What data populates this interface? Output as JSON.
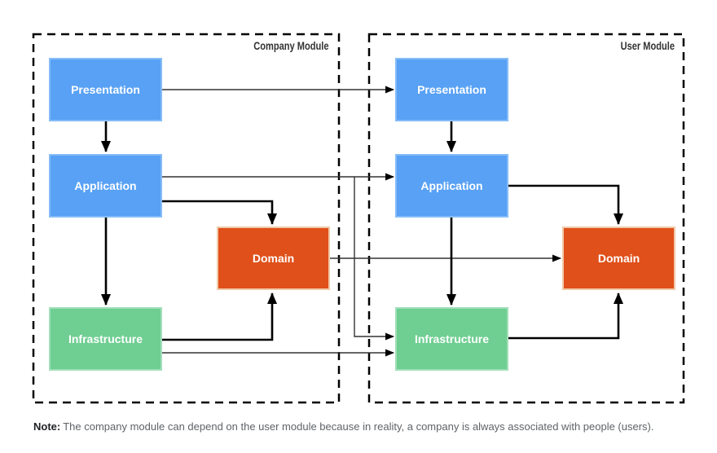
{
  "modules": {
    "company": {
      "title": "Company Module"
    },
    "user": {
      "title": "User Module"
    }
  },
  "nodes": {
    "company": {
      "presentation": "Presentation",
      "application": "Application",
      "domain": "Domain",
      "infrastructure": "Infrastructure"
    },
    "user": {
      "presentation": "Presentation",
      "application": "Application",
      "domain": "Domain",
      "infrastructure": "Infrastructure"
    }
  },
  "edges": [
    {
      "from": "company.presentation",
      "to": "company.application"
    },
    {
      "from": "company.application",
      "to": "company.infrastructure"
    },
    {
      "from": "company.application",
      "to": "company.domain"
    },
    {
      "from": "company.infrastructure",
      "to": "company.domain"
    },
    {
      "from": "user.presentation",
      "to": "user.application"
    },
    {
      "from": "user.application",
      "to": "user.infrastructure"
    },
    {
      "from": "user.application",
      "to": "user.domain"
    },
    {
      "from": "user.infrastructure",
      "to": "user.domain"
    },
    {
      "from": "company.presentation",
      "to": "user.presentation"
    },
    {
      "from": "company.application",
      "to": "user.application"
    },
    {
      "from": "company.application",
      "to": "user.infrastructure"
    },
    {
      "from": "company.domain",
      "to": "user.domain"
    },
    {
      "from": "company.infrastructure",
      "to": "user.infrastructure"
    }
  ],
  "note": {
    "label": "Note:",
    "text": "The company module can depend on the user module because in reality, a company is always associated with people (users)."
  },
  "colors": {
    "layer-blue": "#58A1F5",
    "layer-blue-border": "#85BCF8",
    "domain-orange": "#E0501A",
    "domain-orange-border": "#F0C9A8",
    "infra-green": "#6FCE92",
    "infra-green-border": "#A2DFB9",
    "arrow": "#000000",
    "arrow-thin": "#333333",
    "module-border": "#000000",
    "title-color": "#333333",
    "note-gray": "#5f6368",
    "note-black": "#202124",
    "canvas-bg": "#ffffff"
  }
}
